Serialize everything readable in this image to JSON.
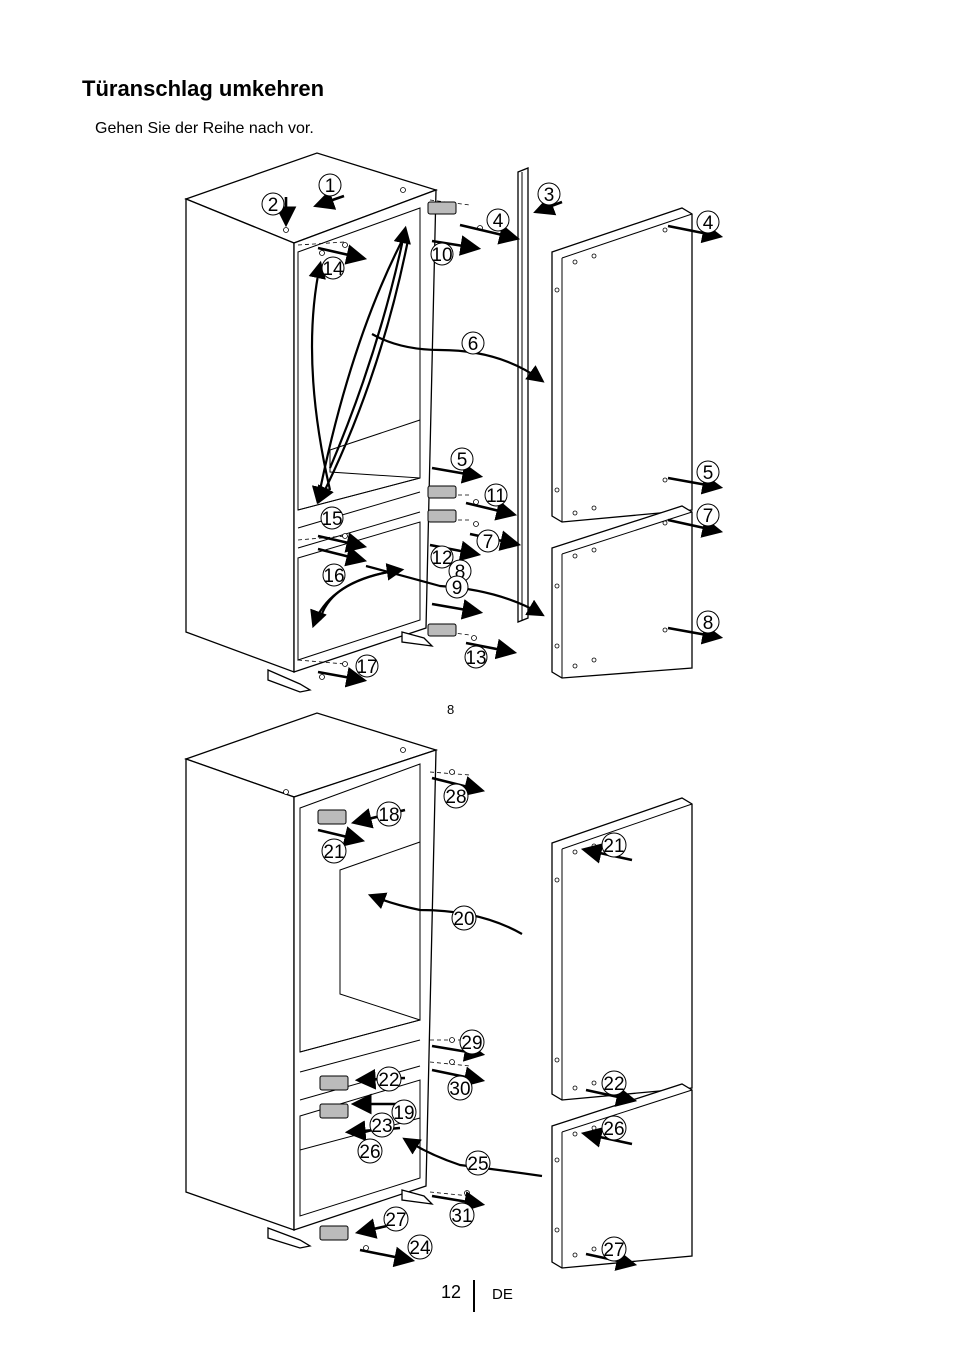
{
  "header": {
    "title": "Türanschlag umkehren",
    "instruction": "Gehen Sie der Reihe nach vor."
  },
  "figure_top": {
    "callouts": [
      "1",
      "2",
      "3",
      "4",
      "4",
      "10",
      "14",
      "6",
      "5",
      "5",
      "11",
      "15",
      "7",
      "7",
      "12",
      "8",
      "9",
      "16",
      "8",
      "13",
      "17"
    ]
  },
  "figure_caption": "8",
  "figure_bottom": {
    "callouts": [
      "28",
      "18",
      "21",
      "21",
      "20",
      "29",
      "30",
      "22",
      "22",
      "19",
      "23",
      "26",
      "26",
      "25",
      "31",
      "27",
      "24",
      "27"
    ]
  },
  "footer": {
    "page_number": "12",
    "language": "DE"
  }
}
